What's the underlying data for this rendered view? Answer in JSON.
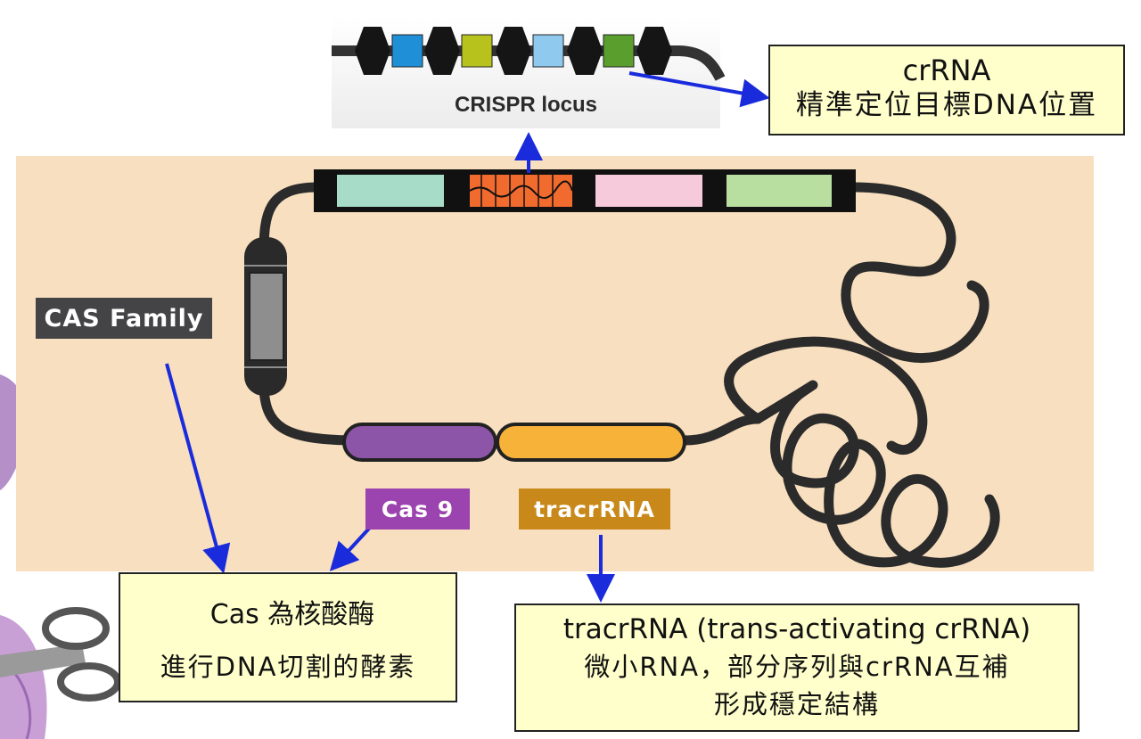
{
  "locus_caption": "CRISPR locus",
  "labels": {
    "cas_family": "CAS Family",
    "cas9": "Cas 9",
    "tracrrna": "tracrRNA"
  },
  "notes": {
    "crrna": {
      "line1": "crRNA",
      "line2": "精準定位目標DNA位置"
    },
    "cas": {
      "line1": "Cas 為核酸酶",
      "line2": "進行DNA切割的酵素"
    },
    "tracrrna": {
      "line1": "tracrRNA (trans-activating crRNA)",
      "line2": "微小RNA，部分序列與crRNA互補",
      "line3": "形成穩定結構"
    }
  },
  "colors": {
    "panel_bg": "#f8dfbf",
    "arrow": "#1a2bdc",
    "note_bg": "#ffffcc",
    "cas9_tag": "#9b43ae",
    "tracr_tag": "#c8891a",
    "cas_family_tag": "#444446"
  },
  "icons": [
    "scissors-icon",
    "purple-decoration"
  ]
}
